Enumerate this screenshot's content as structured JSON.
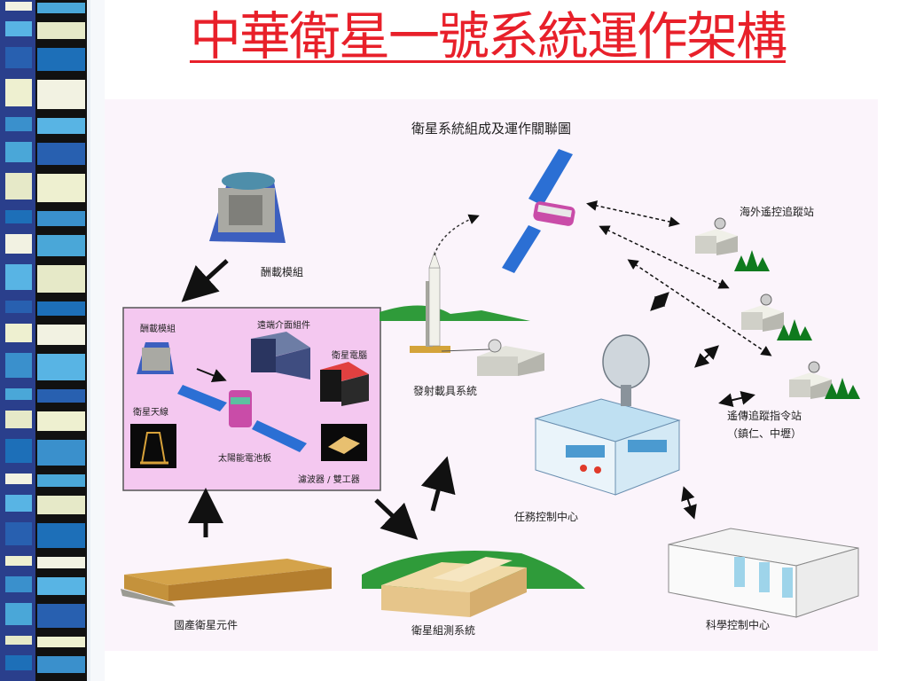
{
  "title": "中華衛星一號系統運作架構",
  "diagram": {
    "title": "衛星系統組成及運作關聯圖",
    "labels": {
      "payload_top": "酬載模組",
      "payload_inner": "酬載模組",
      "antenna": "衛星天線",
      "interface": "遠端介面組件",
      "computer": "衛星電腦",
      "solar": "太陽能電池板",
      "filter": "濾波器 / 雙工器",
      "launch": "發射載具系統",
      "overseas": "海外遙控追蹤站",
      "command": "遙傳追蹤指令站",
      "command_sub": "（鎮仁、中壢）",
      "mission": "任務控制中心",
      "science": "科學控制中心",
      "domestic": "國產衛星元件",
      "integration": "衛星組測系統"
    }
  },
  "colors": {
    "title": "#e8202a",
    "inset_bg": "#f4c8f0",
    "ground": "#2f9b3a",
    "tree": "#0f7a1e",
    "building": "#d9d9d0"
  }
}
